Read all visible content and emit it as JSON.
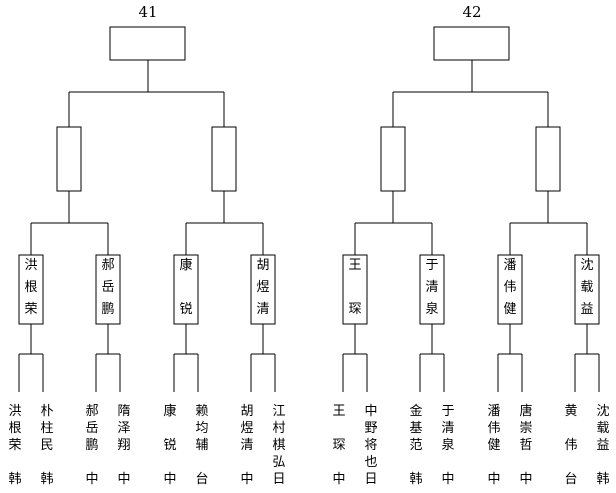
{
  "brackets": [
    {
      "number": "41",
      "semifinal_winners": [
        {
          "name": "洪根荣"
        },
        {
          "name": "郝岳鹏"
        },
        {
          "name": "康　锐"
        },
        {
          "name": "胡煜清"
        }
      ],
      "players": [
        {
          "name": "洪根荣",
          "country": "韩"
        },
        {
          "name": "朴柱民",
          "country": "韩"
        },
        {
          "name": "郝岳鹏",
          "country": "中"
        },
        {
          "name": "隋泽翔",
          "country": "中"
        },
        {
          "name": "康　锐",
          "country": "中"
        },
        {
          "name": "赖均辅",
          "country": "台"
        },
        {
          "name": "胡煜清",
          "country": "中"
        },
        {
          "name": "江村棋弘",
          "country": "日"
        }
      ]
    },
    {
      "number": "42",
      "semifinal_winners": [
        {
          "name": "王　琛"
        },
        {
          "name": "于清泉"
        },
        {
          "name": "潘伟健"
        },
        {
          "name": "沈载益"
        }
      ],
      "players": [
        {
          "name": "王　琛",
          "country": "中"
        },
        {
          "name": "中野将也",
          "country": "日"
        },
        {
          "name": "金基范",
          "country": "韩"
        },
        {
          "name": "于清泉",
          "country": "中"
        },
        {
          "name": "潘伟健",
          "country": "中"
        },
        {
          "name": "唐崇哲",
          "country": "中"
        },
        {
          "name": "黄　伟",
          "country": "台"
        },
        {
          "name": "沈载益",
          "country": "韩"
        }
      ]
    }
  ]
}
